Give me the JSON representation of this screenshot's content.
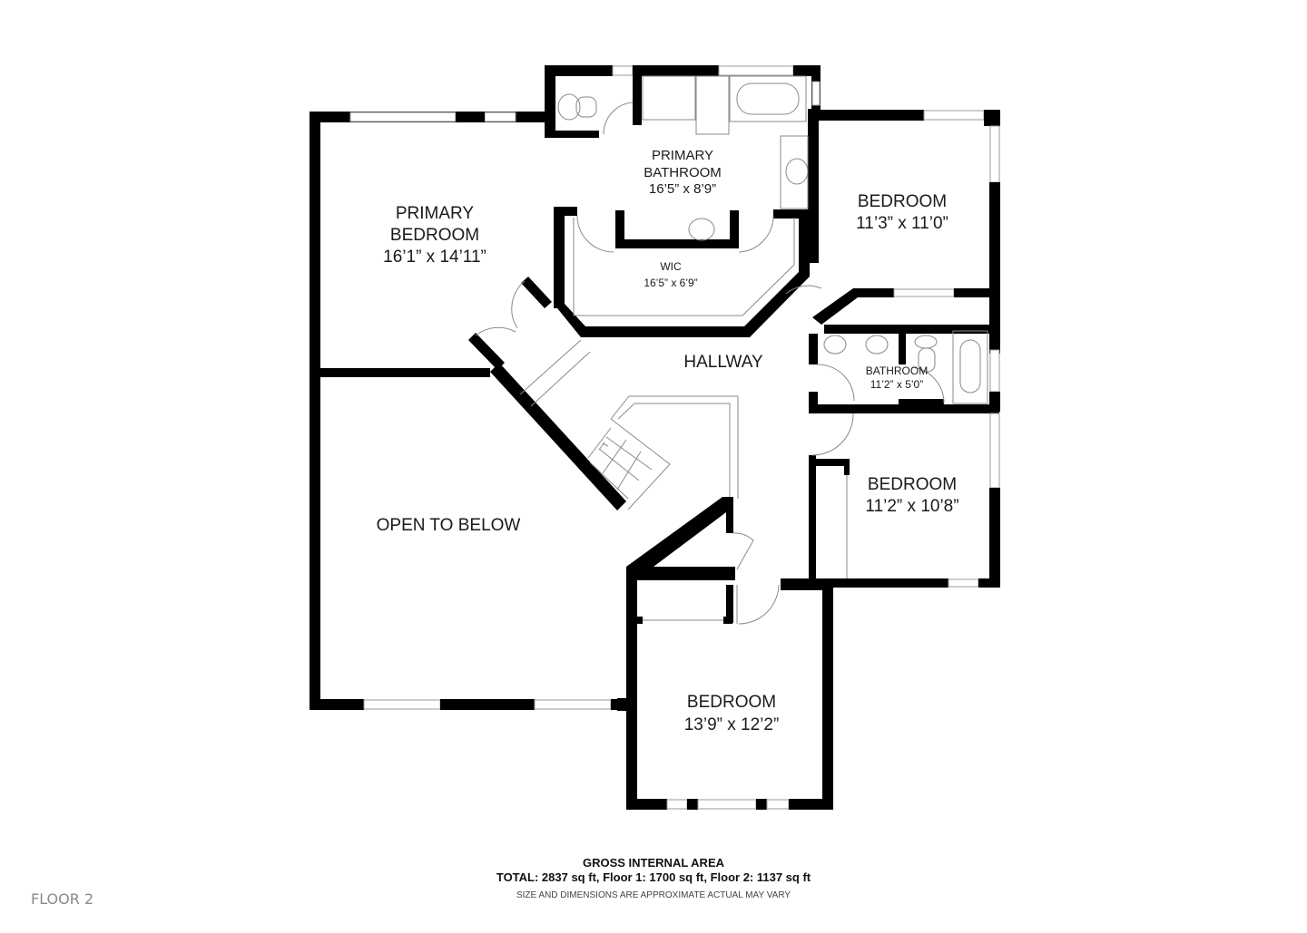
{
  "floor_label": "FLOOR 2",
  "rooms": {
    "primary_bedroom": {
      "name_line1": "PRIMARY",
      "name_line2": "BEDROOM",
      "dims": "16’1” x 14’11”"
    },
    "primary_bathroom": {
      "name_line1": "PRIMARY",
      "name_line2": "BATHROOM",
      "dims": "16’5” x 8’9”"
    },
    "wic": {
      "name": "WIC",
      "dims": "16’5” x 6’9”"
    },
    "bedroom_ne": {
      "name": "BEDROOM",
      "dims": "11’3” x 11’0”"
    },
    "hallway": {
      "name": "HALLWAY"
    },
    "bathroom": {
      "name": "BATHROOM",
      "dims": "11’2” x 5’0”"
    },
    "bedroom_e": {
      "name": "BEDROOM",
      "dims": "11’2” x 10’8”"
    },
    "open_to_below": {
      "name": "OPEN TO BELOW"
    },
    "bedroom_s": {
      "name": "BEDROOM",
      "dims": "13’9” x 12’2”"
    }
  },
  "footer": {
    "title": "GROSS INTERNAL AREA",
    "total": "TOTAL: 2837 sq ft, Floor 1: 1700 sq ft, Floor 2: 1137 sq ft",
    "note": "SIZE AND DIMENSIONS ARE APPROXIMATE ACTUAL MAY VARY"
  },
  "colors": {
    "wall": "#000000",
    "fixture": "#8a8a8a",
    "label": "#1a1a1a",
    "floor_label": "#8a8a8a"
  }
}
